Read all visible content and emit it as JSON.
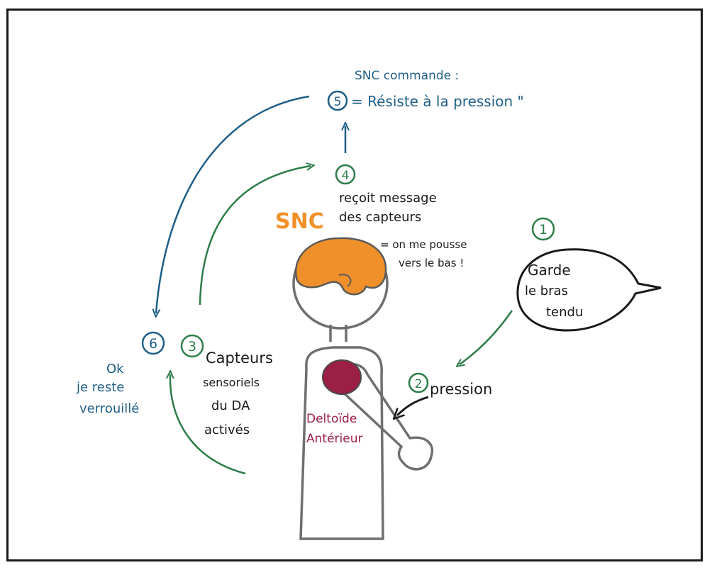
{
  "colors": {
    "blue": "#1f5f87",
    "green": "#2e7d4a",
    "orange": "#f0902a",
    "crimson": "#9c1f45",
    "ink": "#1a1a1a",
    "body_outline": "#6f6f6f"
  },
  "steps": {
    "s1": {
      "number": "1",
      "speech": [
        "Garde",
        "le bras",
        "tendu"
      ]
    },
    "s2": {
      "number": "2",
      "label": "pression"
    },
    "s3": {
      "number": "3",
      "label": [
        "Capteurs",
        "sensoriels",
        "du DA",
        "activés"
      ]
    },
    "s4": {
      "number": "4",
      "label": [
        "reçoit message",
        "des capteurs",
        "= on me pousse",
        "vers le bas !"
      ]
    },
    "s5": {
      "number": "5",
      "title": "SNC commande :",
      "quote": "= Résiste à la pression \""
    },
    "s6": {
      "number": "6",
      "label": [
        "Ok",
        "je reste",
        "verrouillé"
      ]
    }
  },
  "snc_label": "SNC",
  "muscle_label": [
    "Deltoïde",
    "Antérieur"
  ]
}
